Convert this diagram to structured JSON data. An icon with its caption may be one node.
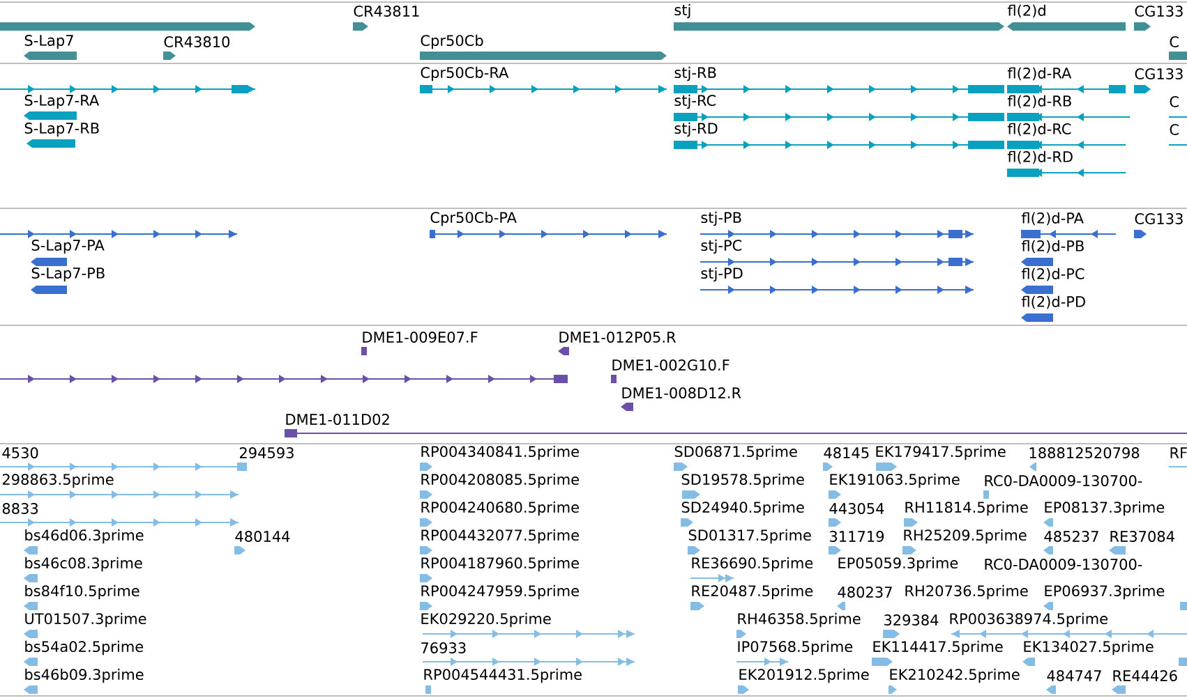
{
  "diagram": {
    "labels": [
      "CR43811",
      "stj",
      "fl(2)d",
      "CG133",
      "S-Lap7",
      "CR43810",
      "Cpr50Cb",
      "C",
      "Cpr50Cb-RA",
      "stj-RB",
      "fl(2)d-RA",
      "CG133",
      "S-Lap7-RA",
      "stj-RC",
      "fl(2)d-RB",
      "C",
      "S-Lap7-RB",
      "stj-RD",
      "fl(2)d-RC",
      "C",
      "fl(2)d-RD",
      "Cpr50Cb-PA",
      "stj-PB",
      "fl(2)d-PA",
      "CG133",
      "S-Lap7-PA",
      "stj-PC",
      "fl(2)d-PB",
      "S-Lap7-PB",
      "stj-PD",
      "fl(2)d-PC",
      "fl(2)d-PD",
      "DME1-009E07.F",
      "DME1-012P05.R",
      "DME1-002G10.F",
      "DME1-008D12.R",
      "DME1-011D02",
      "4530",
      "294593",
      "RP004340841.5prime",
      "SD06871.5prime",
      "48145",
      "EK179417.5prime",
      "188812520798",
      "RF",
      "298863.5prime",
      "RP004208085.5prime",
      "SD19578.5prime",
      "EK191063.5prime",
      "RC0-DA0009-130700-",
      "8833",
      "RP004240680.5prime",
      "SD24940.5prime",
      "443054",
      "RH11814.5prime",
      "EP08137.3prime",
      "bs46d06.3prime",
      "480144",
      "RP004432077.5prime",
      "SD01317.5prime",
      "311719",
      "RH25209.5prime",
      "485237",
      "RE37084",
      "bs46c08.3prime",
      "RP004187960.5prime",
      "RE36690.5prime",
      "EP05059.3prime",
      "RC0-DA0009-130700-",
      "bs84f10.5prime",
      "RP004247959.5prime",
      "RE20487.5prime",
      "480237",
      "RH20736.5prime",
      "EP06937.3prime",
      "UT01507.3prime",
      "EK029220.5prime",
      "RH46358.5prime",
      "329384",
      "RP003638974.5prime",
      "bs54a02.5prime",
      "76933",
      "IP07568.5prime",
      "EK114417.5prime",
      "EK134027.5prime",
      "bs46b09.3prime",
      "RP004544431.5prime",
      "EK201912.5prime",
      "EK210242.5prime",
      "484747",
      "RE44426"
    ]
  }
}
